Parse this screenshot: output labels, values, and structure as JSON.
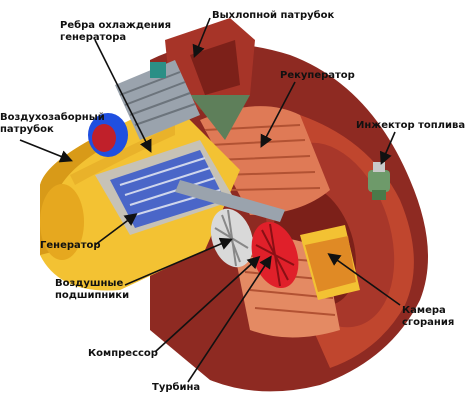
{
  "diagram": {
    "labels": {
      "generator_fins": "Ребра охлаждения\nгенератора",
      "exhaust": "Выхлопной патрубок",
      "recuperator": "Рекуператор",
      "air_intake": "Воздухозаборный\nпатрубок",
      "fuel_injector": "Инжектор топлива",
      "generator": "Генератор",
      "air_bearings": "Воздушные\nподшипники",
      "combustion_chamber": "Камера\nсгорания",
      "compressor": "Компрессор",
      "turbine": "Турбина"
    },
    "colors": {
      "casing_dark": "#8e2a22",
      "casing": "#c0462e",
      "casing_light": "#df7a56",
      "intake_yellow": "#f3c233",
      "intake_yellow_dark": "#d89a18",
      "shaft_gray": "#9aa3ad",
      "generator_blue": "#4a66c8",
      "blue_ring": "#1f4fe0",
      "turbine_red": "#e0202a",
      "injector_green": "#6e9a6a",
      "teal": "#2b8f86",
      "line": "#111111"
    }
  }
}
